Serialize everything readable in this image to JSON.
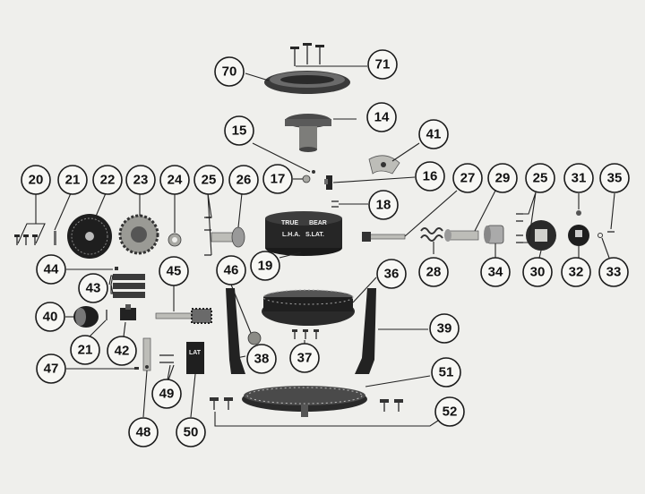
{
  "figure": {
    "title": "",
    "background": "#efefec",
    "callouts": [
      {
        "id": "c70",
        "label": "70"
      },
      {
        "id": "c71",
        "label": "71"
      },
      {
        "id": "c14",
        "label": "14"
      },
      {
        "id": "c15",
        "label": "15"
      },
      {
        "id": "c41",
        "label": "41"
      },
      {
        "id": "c17",
        "label": "17"
      },
      {
        "id": "c16",
        "label": "16"
      },
      {
        "id": "c18",
        "label": "18"
      },
      {
        "id": "c20",
        "label": "20"
      },
      {
        "id": "c21a",
        "label": "21"
      },
      {
        "id": "c22",
        "label": "22"
      },
      {
        "id": "c23",
        "label": "23"
      },
      {
        "id": "c24",
        "label": "24"
      },
      {
        "id": "c25a",
        "label": "25"
      },
      {
        "id": "c26",
        "label": "26"
      },
      {
        "id": "c27",
        "label": "27"
      },
      {
        "id": "c29",
        "label": "29"
      },
      {
        "id": "c25b",
        "label": "25"
      },
      {
        "id": "c31",
        "label": "31"
      },
      {
        "id": "c35",
        "label": "35"
      },
      {
        "id": "c19",
        "label": "19"
      },
      {
        "id": "c28",
        "label": "28"
      },
      {
        "id": "c34",
        "label": "34"
      },
      {
        "id": "c30",
        "label": "30"
      },
      {
        "id": "c32",
        "label": "32"
      },
      {
        "id": "c33",
        "label": "33"
      },
      {
        "id": "c44",
        "label": "44"
      },
      {
        "id": "c45",
        "label": "45"
      },
      {
        "id": "c43",
        "label": "43"
      },
      {
        "id": "c46",
        "label": "46"
      },
      {
        "id": "c36",
        "label": "36"
      },
      {
        "id": "c40",
        "label": "40"
      },
      {
        "id": "c21b",
        "label": "21"
      },
      {
        "id": "c42",
        "label": "42"
      },
      {
        "id": "c39",
        "label": "39"
      },
      {
        "id": "c38",
        "label": "38"
      },
      {
        "id": "c37",
        "label": "37"
      },
      {
        "id": "c47",
        "label": "47"
      },
      {
        "id": "c49",
        "label": "49"
      },
      {
        "id": "c51",
        "label": "51"
      },
      {
        "id": "c52",
        "label": "52"
      },
      {
        "id": "c48",
        "label": "48"
      },
      {
        "id": "c50",
        "label": "50"
      }
    ],
    "part_markings": {
      "housing_top_left": "TRUE",
      "housing_top_right": "BEAR",
      "housing_bottom_left": "L.H.A.",
      "housing_bottom_right": "S.LAT.",
      "lat_plate": "LAT"
    }
  }
}
